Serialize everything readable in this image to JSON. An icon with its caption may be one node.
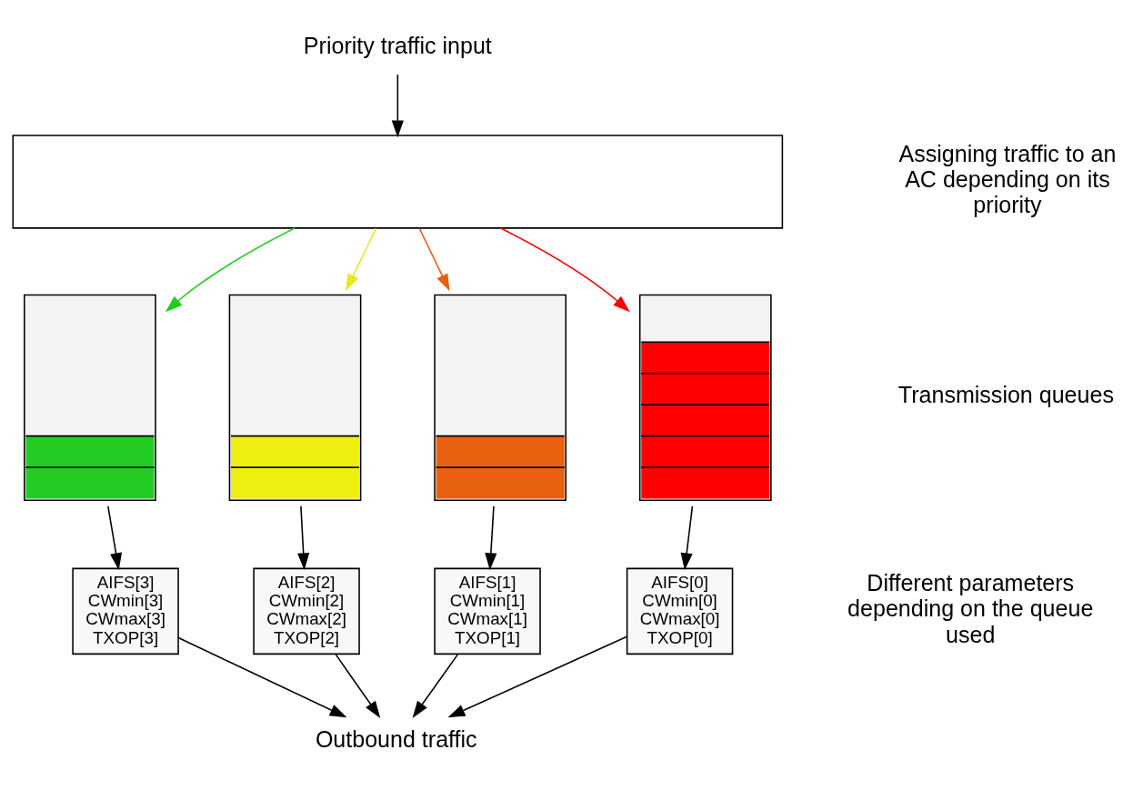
{
  "diagram": {
    "nodes": [
      {
        "text": [
          "Priority traffic input"
        ]
      },
      {
        "text": [],
        "shape": "box"
      },
      {
        "text": [],
        "shape": "bar"
      },
      {
        "text": [],
        "shape": "bar"
      },
      {
        "text": [],
        "shape": "bar"
      },
      {
        "text": [],
        "shape": "bar"
      },
      {
        "text": [
          "AIFS[3] CWmin[3] CWmax[3] TXOP[3]"
        ]
      },
      {
        "text": [
          "AIFS[2] CWmin[2] CWmax[2] TXOP[2]"
        ]
      },
      {
        "text": [
          "AIFS[1] CWmin[1] CWmax[1] TXOP[1]"
        ]
      },
      {
        "text": [
          "AIFS[0] CWmin[0] CWmax[0] TXOP[0]"
        ]
      },
      {
        "text": [
          "Outbound traffic"
        ]
      }
    ],
    "edges": [
      {
        "from": 0,
        "to": 1,
        "arrow": "to"
      },
      {
        "from": 1,
        "to": 2,
        "arrow": "to",
        "color": "#22cc22"
      },
      {
        "from": 1,
        "to": 3,
        "arrow": "to",
        "color": "#e8e820"
      },
      {
        "from": 1,
        "to": 4,
        "arrow": "to",
        "color": "#e86010"
      },
      {
        "from": 1,
        "to": 5,
        "arrow": "to",
        "color": "#ff0000"
      },
      {
        "from": 2,
        "to": 6,
        "arrow": "to"
      },
      {
        "from": 3,
        "to": 7,
        "arrow": "to"
      },
      {
        "from": 4,
        "to": 8,
        "arrow": "to"
      },
      {
        "from": 5,
        "to": 9,
        "arrow": "to"
      },
      {
        "from": 6,
        "to": 10,
        "arrow": "to"
      },
      {
        "from": 7,
        "to": 10,
        "arrow": "to"
      },
      {
        "from": 8,
        "to": 10,
        "arrow": "to"
      },
      {
        "from": 9,
        "to": 10,
        "arrow": "to"
      }
    ],
    "labels": [
      "Assigning traffic to an AC depending on its priority",
      "Transmission queues",
      "Different parameters depending on the queue used"
    ]
  }
}
